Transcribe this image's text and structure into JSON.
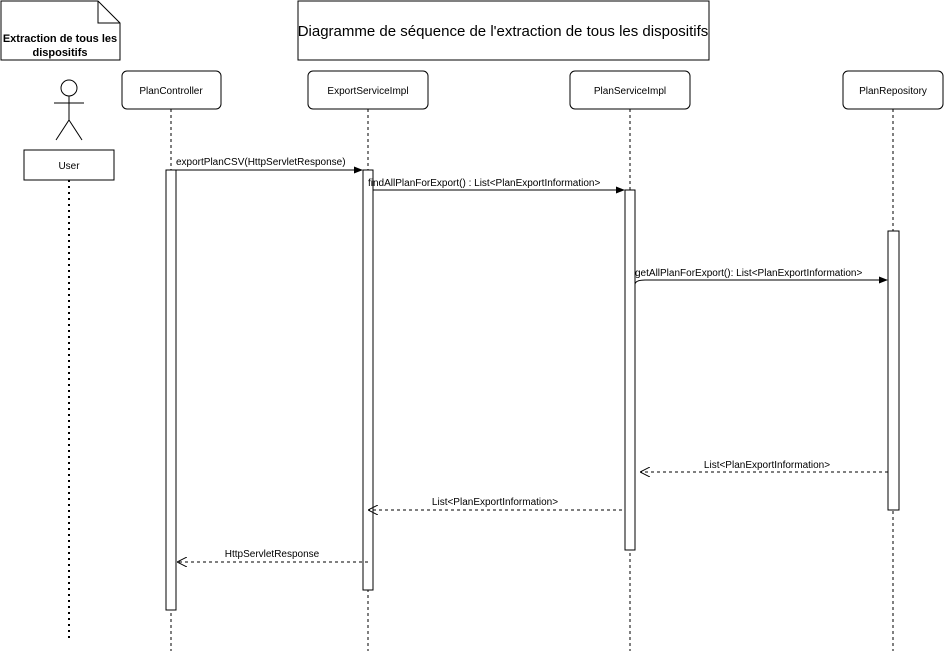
{
  "note": {
    "line1": "Extraction de tous les",
    "line2": "dispositifs"
  },
  "title": "Diagramme de séquence de l'extraction de tous les dispositifs",
  "actor": {
    "label": "User"
  },
  "lifelines": [
    {
      "id": "plan-controller",
      "label": "PlanController"
    },
    {
      "id": "export-service-impl",
      "label": "ExportServiceImpl"
    },
    {
      "id": "plan-service-impl",
      "label": "PlanServiceImpl"
    },
    {
      "id": "plan-repository",
      "label": "PlanRepository"
    }
  ],
  "messages": [
    {
      "id": "export-plan-csv",
      "label": "exportPlanCSV(HttpServletResponse)",
      "kind": "sync"
    },
    {
      "id": "find-all-plan-for-export",
      "label": "findAllPlanForExport() : List<PlanExportInformation>",
      "kind": "sync"
    },
    {
      "id": "get-all-plan-for-export",
      "label": "getAllPlanForExport(): List<PlanExportInformation>",
      "kind": "sync"
    },
    {
      "id": "return-repository",
      "label": "List<PlanExportInformation>",
      "kind": "return"
    },
    {
      "id": "return-plan-service",
      "label": "List<PlanExportInformation>",
      "kind": "return"
    },
    {
      "id": "return-export-service",
      "label": "HttpServletResponse",
      "kind": "return"
    }
  ]
}
